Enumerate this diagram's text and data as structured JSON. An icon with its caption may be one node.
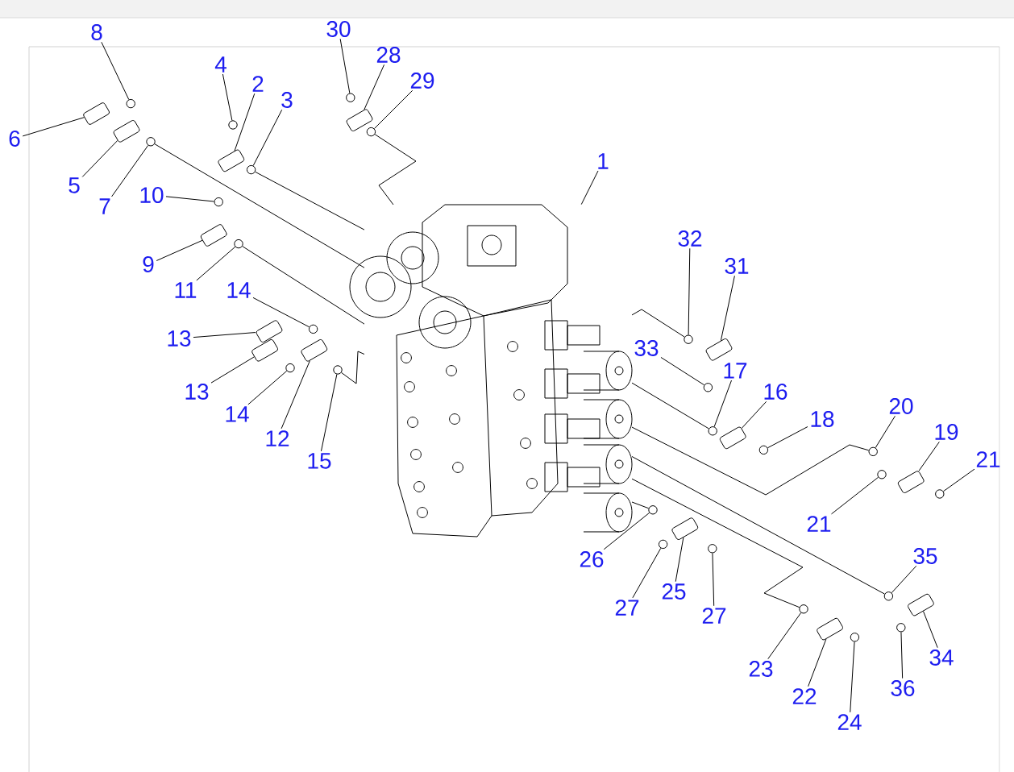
{
  "diagram": {
    "nodes": [
      {
        "text": [
          "8"
        ]
      },
      {
        "text": [
          "30"
        ]
      },
      {
        "text": [
          "28"
        ]
      },
      {
        "text": [
          "4"
        ]
      },
      {
        "text": [
          "29"
        ]
      },
      {
        "text": [
          "2"
        ]
      },
      {
        "text": [
          "3"
        ]
      },
      {
        "text": [
          "6"
        ]
      },
      {
        "text": [
          "1"
        ]
      },
      {
        "text": [
          "5"
        ]
      },
      {
        "text": [
          "10"
        ]
      },
      {
        "text": [
          "7"
        ]
      },
      {
        "text": [
          "32"
        ]
      },
      {
        "text": [
          "9"
        ]
      },
      {
        "text": [
          "31"
        ]
      },
      {
        "text": [
          "11"
        ]
      },
      {
        "text": [
          "14"
        ]
      },
      {
        "text": [
          "13"
        ]
      },
      {
        "text": [
          "33"
        ]
      },
      {
        "text": [
          "17"
        ]
      },
      {
        "text": [
          "16"
        ]
      },
      {
        "text": [
          "13"
        ]
      },
      {
        "text": [
          "20"
        ]
      },
      {
        "text": [
          "14"
        ]
      },
      {
        "text": [
          "18"
        ]
      },
      {
        "text": [
          "19"
        ]
      },
      {
        "text": [
          "12"
        ]
      },
      {
        "text": [
          "21"
        ]
      },
      {
        "text": [
          "15"
        ]
      },
      {
        "text": [
          "21"
        ]
      },
      {
        "text": [
          "35"
        ]
      },
      {
        "text": [
          "26"
        ]
      },
      {
        "text": [
          "25"
        ]
      },
      {
        "text": [
          "27"
        ]
      },
      {
        "text": [
          "27"
        ]
      },
      {
        "text": [
          "34"
        ]
      },
      {
        "text": [
          "23"
        ]
      },
      {
        "text": [
          "36"
        ]
      },
      {
        "text": [
          "22"
        ]
      },
      {
        "text": [
          "24"
        ]
      },
      {
        "text": [],
        "shape": "circle"
      },
      {
        "text": [],
        "shape": "circle"
      },
      {
        "text": [],
        "shape": "box"
      },
      {
        "text": [],
        "shape": "circle"
      },
      {
        "text": [],
        "shape": "circle"
      },
      {
        "text": [],
        "shape": "box"
      },
      {
        "text": [],
        "shape": "circle"
      },
      {
        "text": [],
        "shape": "box"
      },
      {
        "text": [],
        "shape": "picture"
      },
      {
        "text": [],
        "shape": "box"
      },
      {
        "text": [],
        "shape": "circle"
      },
      {
        "text": [],
        "shape": "circle"
      },
      {
        "text": [],
        "shape": "circle"
      },
      {
        "text": [],
        "shape": "box"
      },
      {
        "text": [],
        "shape": "box"
      },
      {
        "text": [],
        "shape": "circle"
      },
      {
        "text": [],
        "shape": "circle"
      },
      {
        "text": [],
        "shape": "box"
      },
      {
        "text": [],
        "shape": "circle"
      },
      {
        "text": [],
        "shape": "circle"
      },
      {
        "text": [],
        "shape": "box"
      },
      {
        "text": [],
        "shape": "box"
      },
      {
        "text": [],
        "shape": "circle"
      },
      {
        "text": [],
        "shape": "circle"
      },
      {
        "text": [],
        "shape": "circle"
      },
      {
        "text": [],
        "shape": "box"
      },
      {
        "text": [],
        "shape": "box"
      },
      {
        "text": [],
        "shape": "circle"
      },
      {
        "text": [],
        "shape": "circle"
      },
      {
        "text": [],
        "shape": "circle"
      },
      {
        "text": [],
        "shape": "circle"
      },
      {
        "text": [],
        "shape": "circle"
      },
      {
        "text": [],
        "shape": "box"
      },
      {
        "text": [],
        "shape": "circle"
      },
      {
        "text": [],
        "shape": "circle"
      },
      {
        "text": [],
        "shape": "box"
      },
      {
        "text": [],
        "shape": "circle"
      },
      {
        "text": [],
        "shape": "circle"
      },
      {
        "text": [],
        "shape": "box"
      },
      {
        "text": [],
        "shape": "circle"
      }
    ],
    "edges": [
      {
        "from": 0,
        "to": 40,
        "arrow": "none"
      },
      {
        "from": 1,
        "to": 41,
        "arrow": "none"
      },
      {
        "from": 2,
        "to": 42,
        "arrow": "none"
      },
      {
        "from": 3,
        "to": 43,
        "arrow": "none"
      },
      {
        "from": 4,
        "to": 44,
        "arrow": "none"
      },
      {
        "from": 5,
        "to": 45,
        "arrow": "none"
      },
      {
        "from": 6,
        "to": 46,
        "arrow": "none"
      },
      {
        "from": 7,
        "to": 47,
        "arrow": "none"
      },
      {
        "from": 8,
        "to": 48,
        "arrow": "none"
      },
      {
        "from": 9,
        "to": 49,
        "arrow": "none"
      },
      {
        "from": 10,
        "to": 50,
        "arrow": "none"
      },
      {
        "from": 11,
        "to": 51,
        "arrow": "none"
      },
      {
        "from": 12,
        "to": 52,
        "arrow": "none"
      },
      {
        "from": 13,
        "to": 53,
        "arrow": "none"
      },
      {
        "from": 14,
        "to": 54,
        "arrow": "none"
      },
      {
        "from": 15,
        "to": 55,
        "arrow": "none"
      },
      {
        "from": 16,
        "to": 56,
        "arrow": "none"
      },
      {
        "from": 17,
        "to": 57,
        "arrow": "none"
      },
      {
        "from": 18,
        "to": 58,
        "arrow": "none"
      },
      {
        "from": 19,
        "to": 59,
        "arrow": "none"
      },
      {
        "from": 20,
        "to": 60,
        "arrow": "none"
      },
      {
        "from": 21,
        "to": 61,
        "arrow": "none"
      },
      {
        "from": 22,
        "to": 62,
        "arrow": "none"
      },
      {
        "from": 23,
        "to": 63,
        "arrow": "none"
      },
      {
        "from": 24,
        "to": 64,
        "arrow": "none"
      },
      {
        "from": 25,
        "to": 65,
        "arrow": "none"
      },
      {
        "from": 26,
        "to": 66,
        "arrow": "none"
      },
      {
        "from": 27,
        "to": 67,
        "arrow": "none"
      },
      {
        "from": 28,
        "to": 68,
        "arrow": "none"
      },
      {
        "from": 29,
        "to": 69,
        "arrow": "none"
      },
      {
        "from": 30,
        "to": 70,
        "arrow": "none"
      },
      {
        "from": 31,
        "to": 71,
        "arrow": "none"
      },
      {
        "from": 32,
        "to": 72,
        "arrow": "none"
      },
      {
        "from": 33,
        "to": 73,
        "arrow": "none"
      },
      {
        "from": 34,
        "to": 74,
        "arrow": "none"
      },
      {
        "from": 35,
        "to": 75,
        "arrow": "none"
      },
      {
        "from": 36,
        "to": 76,
        "arrow": "none"
      },
      {
        "from": 37,
        "to": 77,
        "arrow": "none"
      },
      {
        "from": 38,
        "to": 78,
        "arrow": "none"
      },
      {
        "from": 39,
        "to": 79,
        "arrow": "none"
      },
      {
        "from": 46,
        "to": 48,
        "arrow": "none"
      },
      {
        "from": 44,
        "to": 48,
        "arrow": "none"
      },
      {
        "from": 51,
        "to": 48,
        "arrow": "none"
      },
      {
        "from": 55,
        "to": 48,
        "arrow": "none"
      },
      {
        "from": 68,
        "to": 48,
        "arrow": "none"
      },
      {
        "from": 52,
        "to": 48,
        "arrow": "none"
      },
      {
        "from": 59,
        "to": 48,
        "arrow": "none"
      },
      {
        "from": 62,
        "to": 48,
        "arrow": "none"
      },
      {
        "from": 70,
        "to": 48,
        "arrow": "none"
      },
      {
        "from": 76,
        "to": 48,
        "arrow": "none"
      },
      {
        "from": 71,
        "to": 48,
        "arrow": "none"
      }
    ]
  }
}
